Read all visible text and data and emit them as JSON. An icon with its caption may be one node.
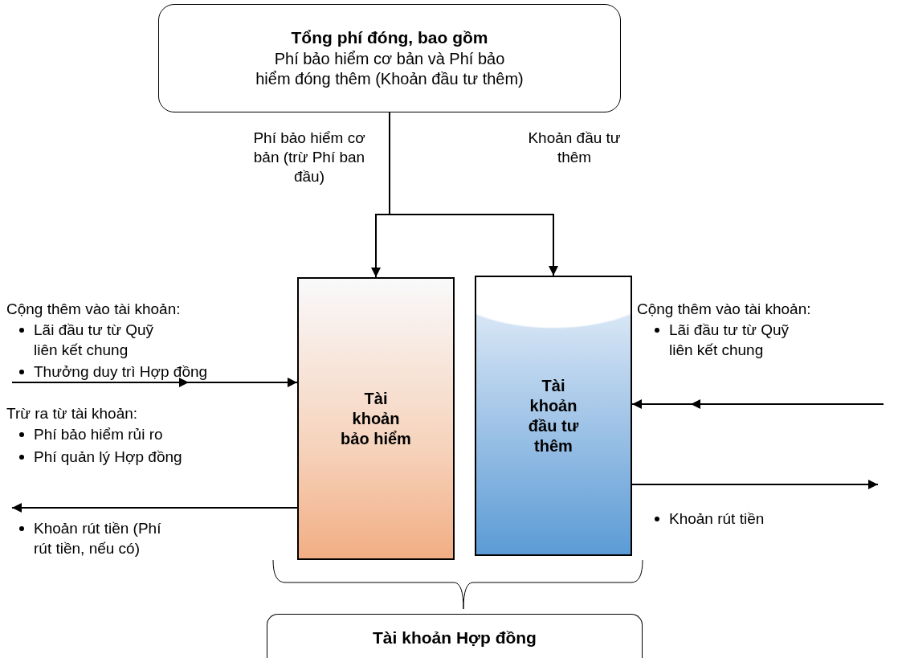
{
  "diagram": {
    "nodes": [
      {
        "text": [
          "Tổng phí đóng, bao gồm",
          "Phí bảo hiểm cơ bản và Phí bảo hiểm đóng thêm (Khoản đầu tư thêm)"
        ]
      },
      {
        "text": [
          "Tài khoản bảo hiểm"
        ]
      },
      {
        "text": [
          "Tài khoản đầu tư thêm"
        ]
      },
      {
        "text": [
          "Tài khoản Hợp đồng"
        ]
      }
    ],
    "edges": [
      {
        "from": 0,
        "to": 1,
        "arrow": "to",
        "label": "Phí bảo hiểm cơ bản (trừ Phí ban đầu)"
      },
      {
        "from": 0,
        "to": 2,
        "arrow": "to",
        "label": "Khoản đầu tư thêm"
      },
      {
        "from": null,
        "to": 1,
        "arrow": "to"
      },
      {
        "from": 1,
        "to": null,
        "arrow": "to"
      },
      {
        "from": null,
        "to": 2,
        "arrow": "to"
      },
      {
        "from": 2,
        "to": null,
        "arrow": "to"
      }
    ],
    "labels": [
      "Cộng thêm vào tài khoản:",
      "Lãi đầu tư từ Quỹ liên kết chung",
      "Cộng thêm vào tài khoản:",
      "Lãi đầu tư từ Quỹ liên kết chung",
      "Thưởng duy trì Hợp đồng",
      "Trừ ra từ tài khoản:",
      "Phí bảo hiểm rủi ro",
      "Phí quản lý Hợp đồng",
      "Khoản rút tiền",
      "Khoản rút tiền (Phí rút tiền, nếu có)"
    ]
  }
}
